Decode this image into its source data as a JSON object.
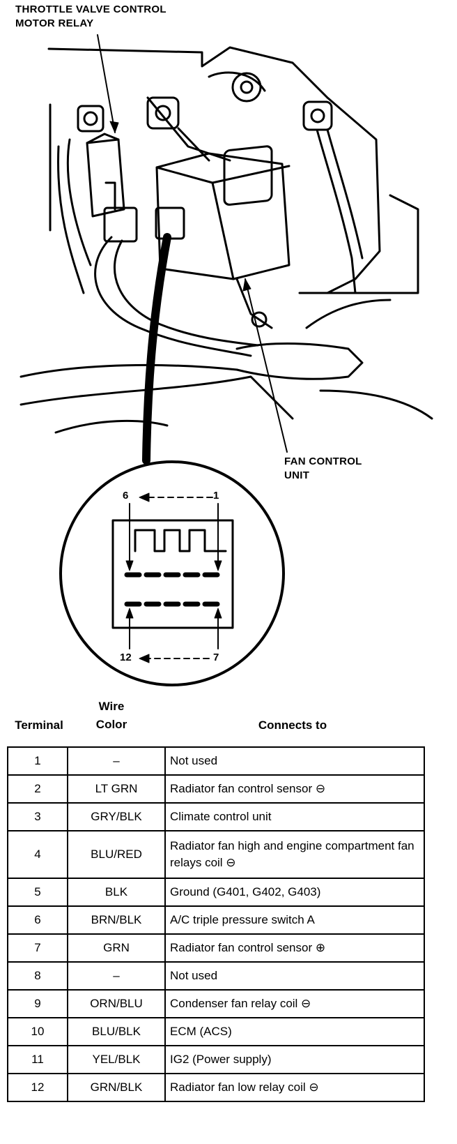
{
  "labels": {
    "relay_line1": "THROTTLE VALVE CONTROL",
    "relay_line2": "MOTOR RELAY",
    "fan_line1": "FAN CONTROL",
    "fan_line2": "UNIT"
  },
  "pinout": {
    "top_left": "6",
    "top_right": "1",
    "bottom_left": "12",
    "bottom_right": "7"
  },
  "table": {
    "headers": {
      "terminal": "Terminal",
      "wire_top": "Wire",
      "wire_bottom": "Color",
      "connects": "Connects to"
    },
    "rows": [
      {
        "terminal": "1",
        "color": "–",
        "connects": "Not used"
      },
      {
        "terminal": "2",
        "color": "LT GRN",
        "connects": "Radiator fan control sensor ⊖"
      },
      {
        "terminal": "3",
        "color": "GRY/BLK",
        "connects": "Climate control unit"
      },
      {
        "terminal": "4",
        "color": "BLU/RED",
        "connects": "Radiator fan high and engine compartment fan relays coil ⊖"
      },
      {
        "terminal": "5",
        "color": "BLK",
        "connects": "Ground (G401, G402, G403)"
      },
      {
        "terminal": "6",
        "color": "BRN/BLK",
        "connects": "A/C triple pressure switch A"
      },
      {
        "terminal": "7",
        "color": "GRN",
        "connects": "Radiator fan control sensor ⊕"
      },
      {
        "terminal": "8",
        "color": "–",
        "connects": "Not used"
      },
      {
        "terminal": "9",
        "color": "ORN/BLU",
        "connects": "Condenser fan relay coil ⊖"
      },
      {
        "terminal": "10",
        "color": "BLU/BLK",
        "connects": "ECM (ACS)"
      },
      {
        "terminal": "11",
        "color": "YEL/BLK",
        "connects": "IG2 (Power supply)"
      },
      {
        "terminal": "12",
        "color": "GRN/BLK",
        "connects": "Radiator fan low relay coil ⊖"
      }
    ]
  }
}
